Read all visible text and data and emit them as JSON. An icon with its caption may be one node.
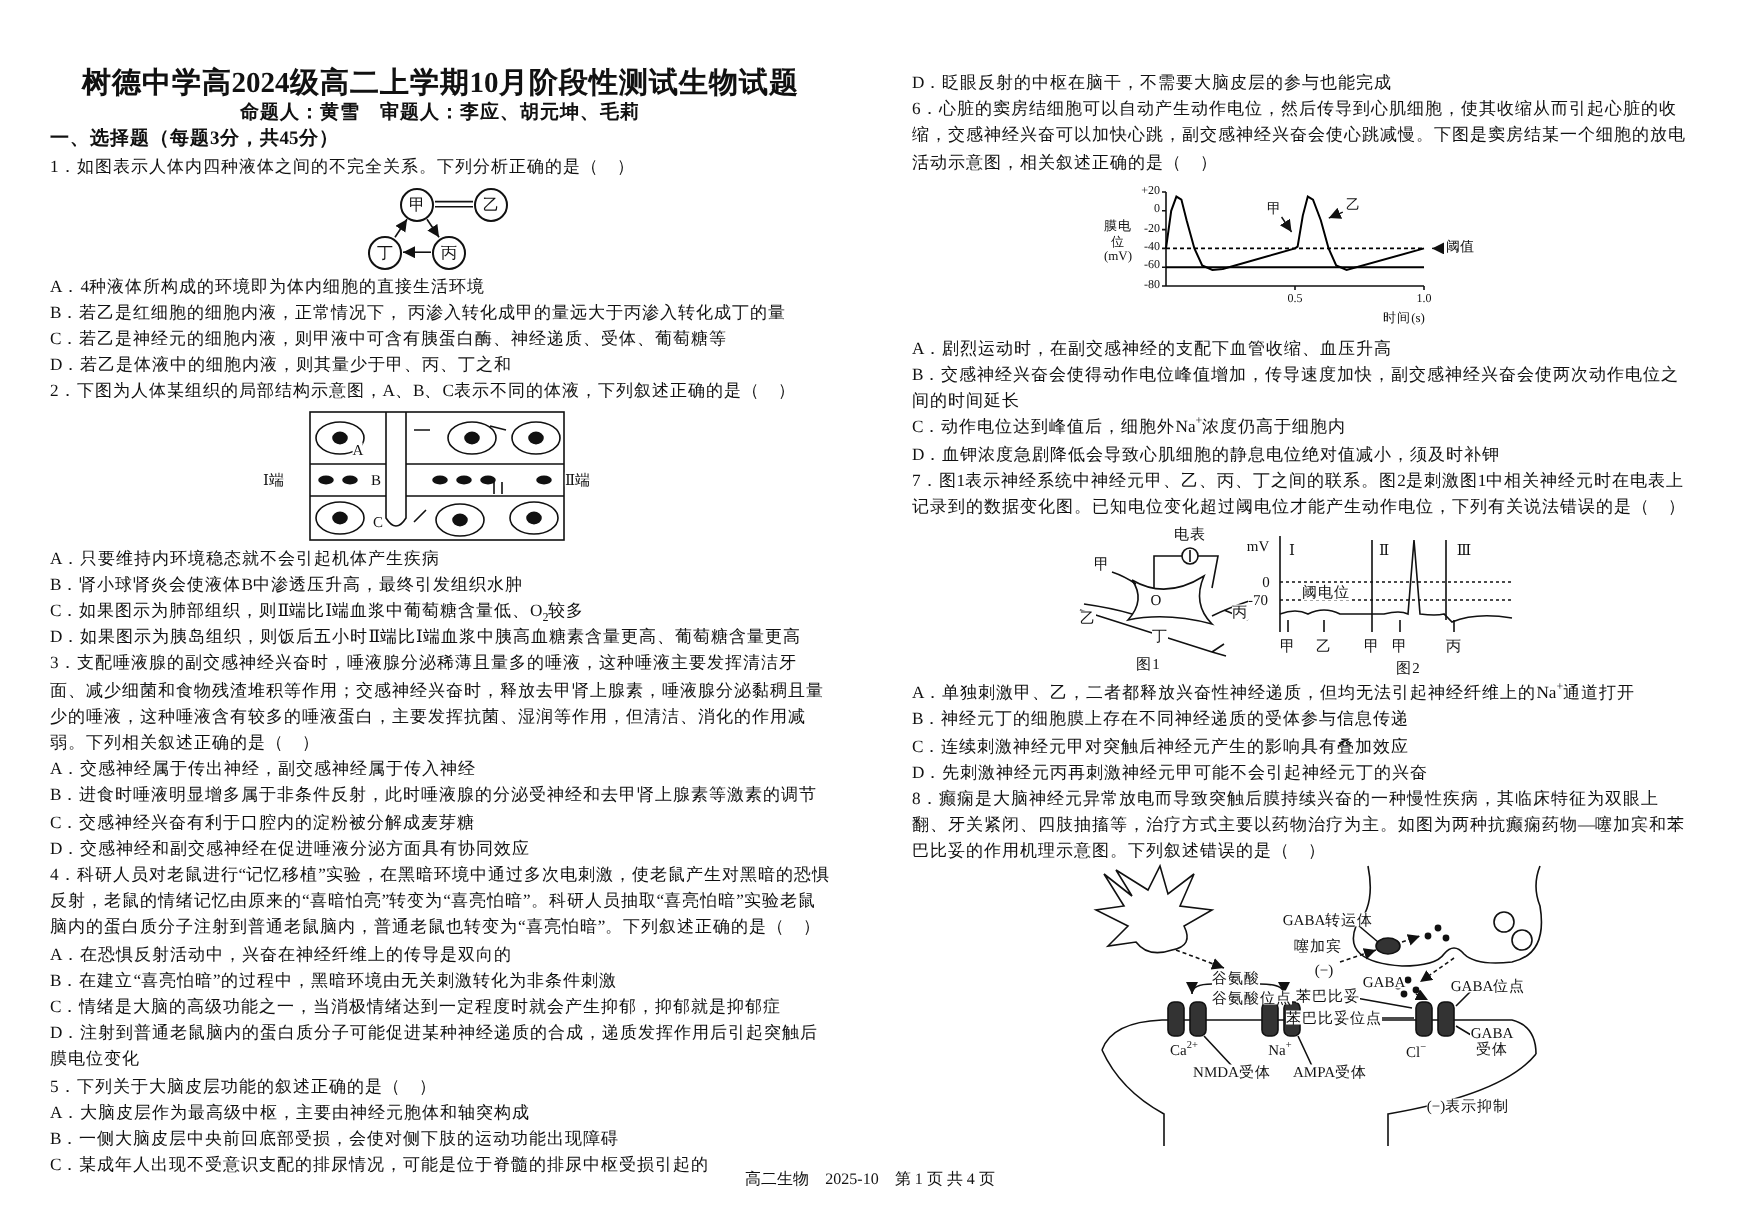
{
  "diagram": {
    "title": "树德中学高2024级高二上学期10月阶段性测试生物试题",
    "nodes": [
      {
        "text": [
          "甲"
        ]
      },
      {
        "text": [
          "乙"
        ]
      },
      {
        "text": [
          "丁"
        ]
      },
      {
        "text": [
          "丙"
        ]
      }
    ],
    "edges": [
      {
        "from": 0,
        "to": 1,
        "arrow": "none"
      },
      {
        "from": 0,
        "to": 3,
        "arrow": "to"
      },
      {
        "from": 3,
        "to": 2,
        "arrow": "to"
      },
      {
        "from": 2,
        "to": 0,
        "arrow": "to"
      }
    ],
    "labels": [
      "命题人：黄雪　审题人：李应、胡元坤、毛莉",
      "一、选择题（每题3分，共45分）",
      "1．如图表示人体内四种液体之间的不完全关系。下列分析正确的是（　）",
      "A．4种液体所构成的环境即为体内细胞的直接生活环境",
      "B．若乙是红细胞的细胞内液，正常情况下， 丙渗入转化成甲的量远大于丙渗入转化成丁的量",
      "C．若乙是神经元的细胞内液，则甲液中可含有胰蛋白酶、神经递质、受体、葡萄糖等",
      "D．若乙是体液中的细胞内液，则其量少于甲、丙、丁之和",
      "2．下图为人体某组织的局部结构示意图，A、B、C表示不同的体液，下列叙述正确的是（　）",
      "A",
      "B",
      "C",
      "Ⅰ端",
      "Ⅱ端",
      "A．只要维持内环境稳态就不会引起机体产生疾病",
      "B．肾小球肾炎会使液体B中渗透压升高，最终引发组织水肿",
      "C．如果图示为肺部组织，则Ⅱ端比Ⅰ端血浆中葡萄糖含量低、O$_{2}$较多",
      "D．如果图示为胰岛组织，则饭后五小时Ⅱ端比Ⅰ端血浆中胰高血糖素含量更高、葡萄糖含量更高",
      "3．支配唾液腺的副交感神经兴奋时，唾液腺分泌稀薄且量多的唾液，这种唾液主要发挥清洁牙面、减少细菌和食物残渣堆积等作用；交感神经兴奋时，释放去甲肾上腺素，唾液腺分泌黏稠且量少的唾液，这种唾液含有较多的唾液蛋白，主要发挥抗菌、湿润等作用，但清洁、消化的作用减弱。下列相关叙述正确的是（　）",
      "A．交感神经属于传出神经，副交感神经属于传入神经",
      "B．进食时唾液明显增多属于非条件反射，此时唾液腺的分泌受神经和去甲肾上腺素等激素的调节",
      "C．交感神经兴奋有利于口腔内的淀粉被分解成麦芽糖",
      "D．交感神经和副交感神经在促进唾液分泌方面具有协同效应",
      "4．科研人员对老鼠进行“记忆移植”实验，在黑暗环境中通过多次电刺激，使老鼠产生对黑暗的恐惧反射，老鼠的情绪记忆由原来的“喜暗怕亮”转变为“喜亮怕暗”。科研人员抽取“喜亮怕暗”实验老鼠脑内的蛋白质分子注射到普通老鼠脑内，普通老鼠也转变为“喜亮怕暗”。下列叙述正确的是（　）",
      "A．在恐惧反射活动中，兴奋在神经纤维上的传导是双向的",
      "B．在建立“喜亮怕暗”的过程中，黑暗环境由无关刺激转化为非条件刺激",
      "C．情绪是大脑的高级功能之一，当消极情绪达到一定程度时就会产生抑郁，抑郁就是抑郁症",
      "D．注射到普通老鼠脑内的蛋白质分子可能促进某种神经递质的合成，递质发挥作用后引起突触后膜电位变化",
      "5．下列关于大脑皮层功能的叙述正确的是（　）",
      "A．大脑皮层作为最高级中枢，主要由神经元胞体和轴突构成",
      "B．一侧大脑皮层中央前回底部受损，会使对侧下肢的运动功能出现障碍",
      "C．某成年人出现不受意识支配的排尿情况，可能是位于脊髓的排尿中枢受损引起的",
      "D．眨眼反射的中枢在脑干，不需要大脑皮层的参与也能完成",
      "6．心脏的窦房结细胞可以自动产生动作电位，然后传导到心肌细胞，使其收缩从而引起心脏的收缩，交感神经兴奋可以加快心跳，副交感神经兴奋会使心跳减慢。下图是窦房结某一个细胞的放电活动示意图，相关叙述正确的是（　）",
      "A．剧烈运动时，在副交感神经的支配下血管收缩、血压升高",
      "B．交感神经兴奋会使得动作电位峰值增加，传导速度加快，副交感神经兴奋会使两次动作电位之间的时间延长",
      "C．动作电位达到峰值后，细胞外Na$^{+}$浓度仍高于细胞内",
      "D．血钾浓度急剧降低会导致心肌细胞的静息电位绝对值减小，须及时补钾",
      "7．图1表示神经系统中神经元甲、乙、丙、丁之间的联系。图2是刺激图1中相关神经元时在电表上记录到的数据变化图。已知电位变化超过阈电位才能产生动作电位，下列有关说法错误的是（　）",
      "电表",
      "甲",
      "乙",
      "O",
      "丙",
      "丁",
      "图1",
      "mV",
      "Ⅰ",
      "Ⅱ",
      "Ⅲ",
      "0",
      "阈电位",
      "-70",
      "甲",
      "乙",
      "甲",
      "甲",
      "丙",
      "图2",
      "A．单独刺激甲、乙，二者都释放兴奋性神经递质，但均无法引起神经纤维上的Na$^{+}$通道打开",
      "B．神经元丁的细胞膜上存在不同神经递质的受体参与信息传递",
      "C．连续刺激神经元甲对突触后神经元产生的影响具有叠加效应",
      "D．先刺激神经元丙再刺激神经元甲可能不会引起神经元丁的兴奋",
      "8．癫痫是大脑神经元异常放电而导致突触后膜持续兴奋的一种慢性疾病，其临床特征为双眼上翻、牙关紧闭、四肢抽搐等，治疗方式主要以药物治疗为主。如图为两种抗癫痫药物—噻加宾和苯巴比妥的作用机理示意图。下列叙述错误的是（　）",
      "谷氨酸",
      "谷氨酸位点",
      "Ca$^{2+}$",
      "NMDA受体",
      "Na$^{+}$",
      "AMPA受体",
      "GABA转运体",
      "噻加宾",
      "(−)",
      "GABA",
      "苯巴比妥",
      "苯巴比妥位点",
      "GABA位点",
      "Cl$^{−}$",
      "GABA受体",
      "(−)表示抑制",
      "高二生物　2025-10　第 1 页 共 4 页"
    ],
    "chart_data": {
      "type": "line",
      "xlabel": "时间(s)",
      "ylabel": "膜电位(mV)",
      "x": [
        0,
        0.02,
        0.04,
        0.06,
        0.08,
        0.11,
        0.14,
        0.18,
        0.22,
        0.5,
        0.51,
        0.53,
        0.55,
        0.57,
        0.6,
        0.63,
        0.66,
        0.7,
        1
      ],
      "series": [
        {
          "color": "#000000",
          "values": [
            -40,
            0,
            15,
            12,
            -10,
            -40,
            -58,
            -63,
            -62,
            -40,
            -38,
            -5,
            15,
            12,
            -10,
            -40,
            -58,
            -63,
            -40
          ]
        },
        {
          "color": "#000000",
          "values": [
            -60,
            -60,
            -60,
            -60,
            -60,
            -60,
            -60,
            -60,
            -60,
            -60,
            -60,
            -60,
            -60,
            -60,
            -60,
            -60,
            -60,
            -60,
            -60
          ]
        },
        {
          "color": "#000000",
          "line_style": "dashed",
          "values": [
            -40,
            -40,
            -40,
            -40,
            -40,
            -40,
            -40,
            -40,
            -40,
            -40,
            -40,
            -40,
            -40,
            -40,
            -40,
            -40,
            -40,
            -40,
            -40
          ]
        }
      ],
      "xlim": [
        0,
        1
      ],
      "ylim": [
        -80,
        20
      ],
      "xticks": [
        0.5,
        {
          "value": 1,
          "label": "1.0"
        }
      ],
      "yticks": [
        {
          "value": 20,
          "label": "+20"
        },
        0,
        -20,
        -40,
        -60,
        -80
      ],
      "annotations": [
        {
          "text": "甲",
          "x": 0.51,
          "y": -30
        },
        {
          "text": "乙",
          "x": 0.6,
          "y": -12
        },
        {
          "text": "阈值",
          "x": 1,
          "y": -40
        }
      ]
    }
  }
}
